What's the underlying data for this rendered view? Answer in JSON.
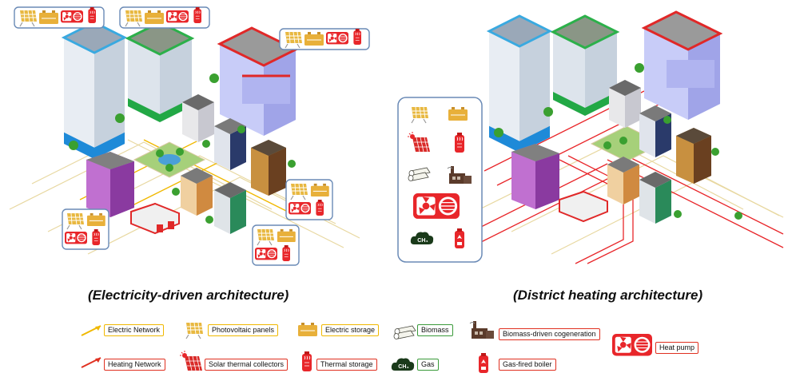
{
  "captions": {
    "left": "(Electricity-driven architecture)",
    "right": "(District heating architecture)"
  },
  "legend": {
    "electric_network": "Electric Network",
    "photovoltaic_panels": "Photovoltaic panels",
    "electric_storage": "Electric storage",
    "biomass": "Biomass",
    "biomass_cogeneration": "Biomass-driven cogeneration",
    "heat_pump": "Heat pump",
    "heating_network": "Heating Network",
    "solar_thermal": "Solar thermal collectors",
    "thermal_storage": "Thermal storage",
    "gas": "Gas",
    "gas_boiler": "Gas-fired boiler"
  },
  "icons": {
    "gas_cloud": "CH₄"
  },
  "colors": {
    "electric": "#f0b800",
    "heating": "#e03020",
    "biomass": "#3a9a3a",
    "cogeneration": "#5a3a2a",
    "badge_border": "#6a8ab6",
    "red": "#e8262a",
    "pv_gold": "#e0a020"
  }
}
